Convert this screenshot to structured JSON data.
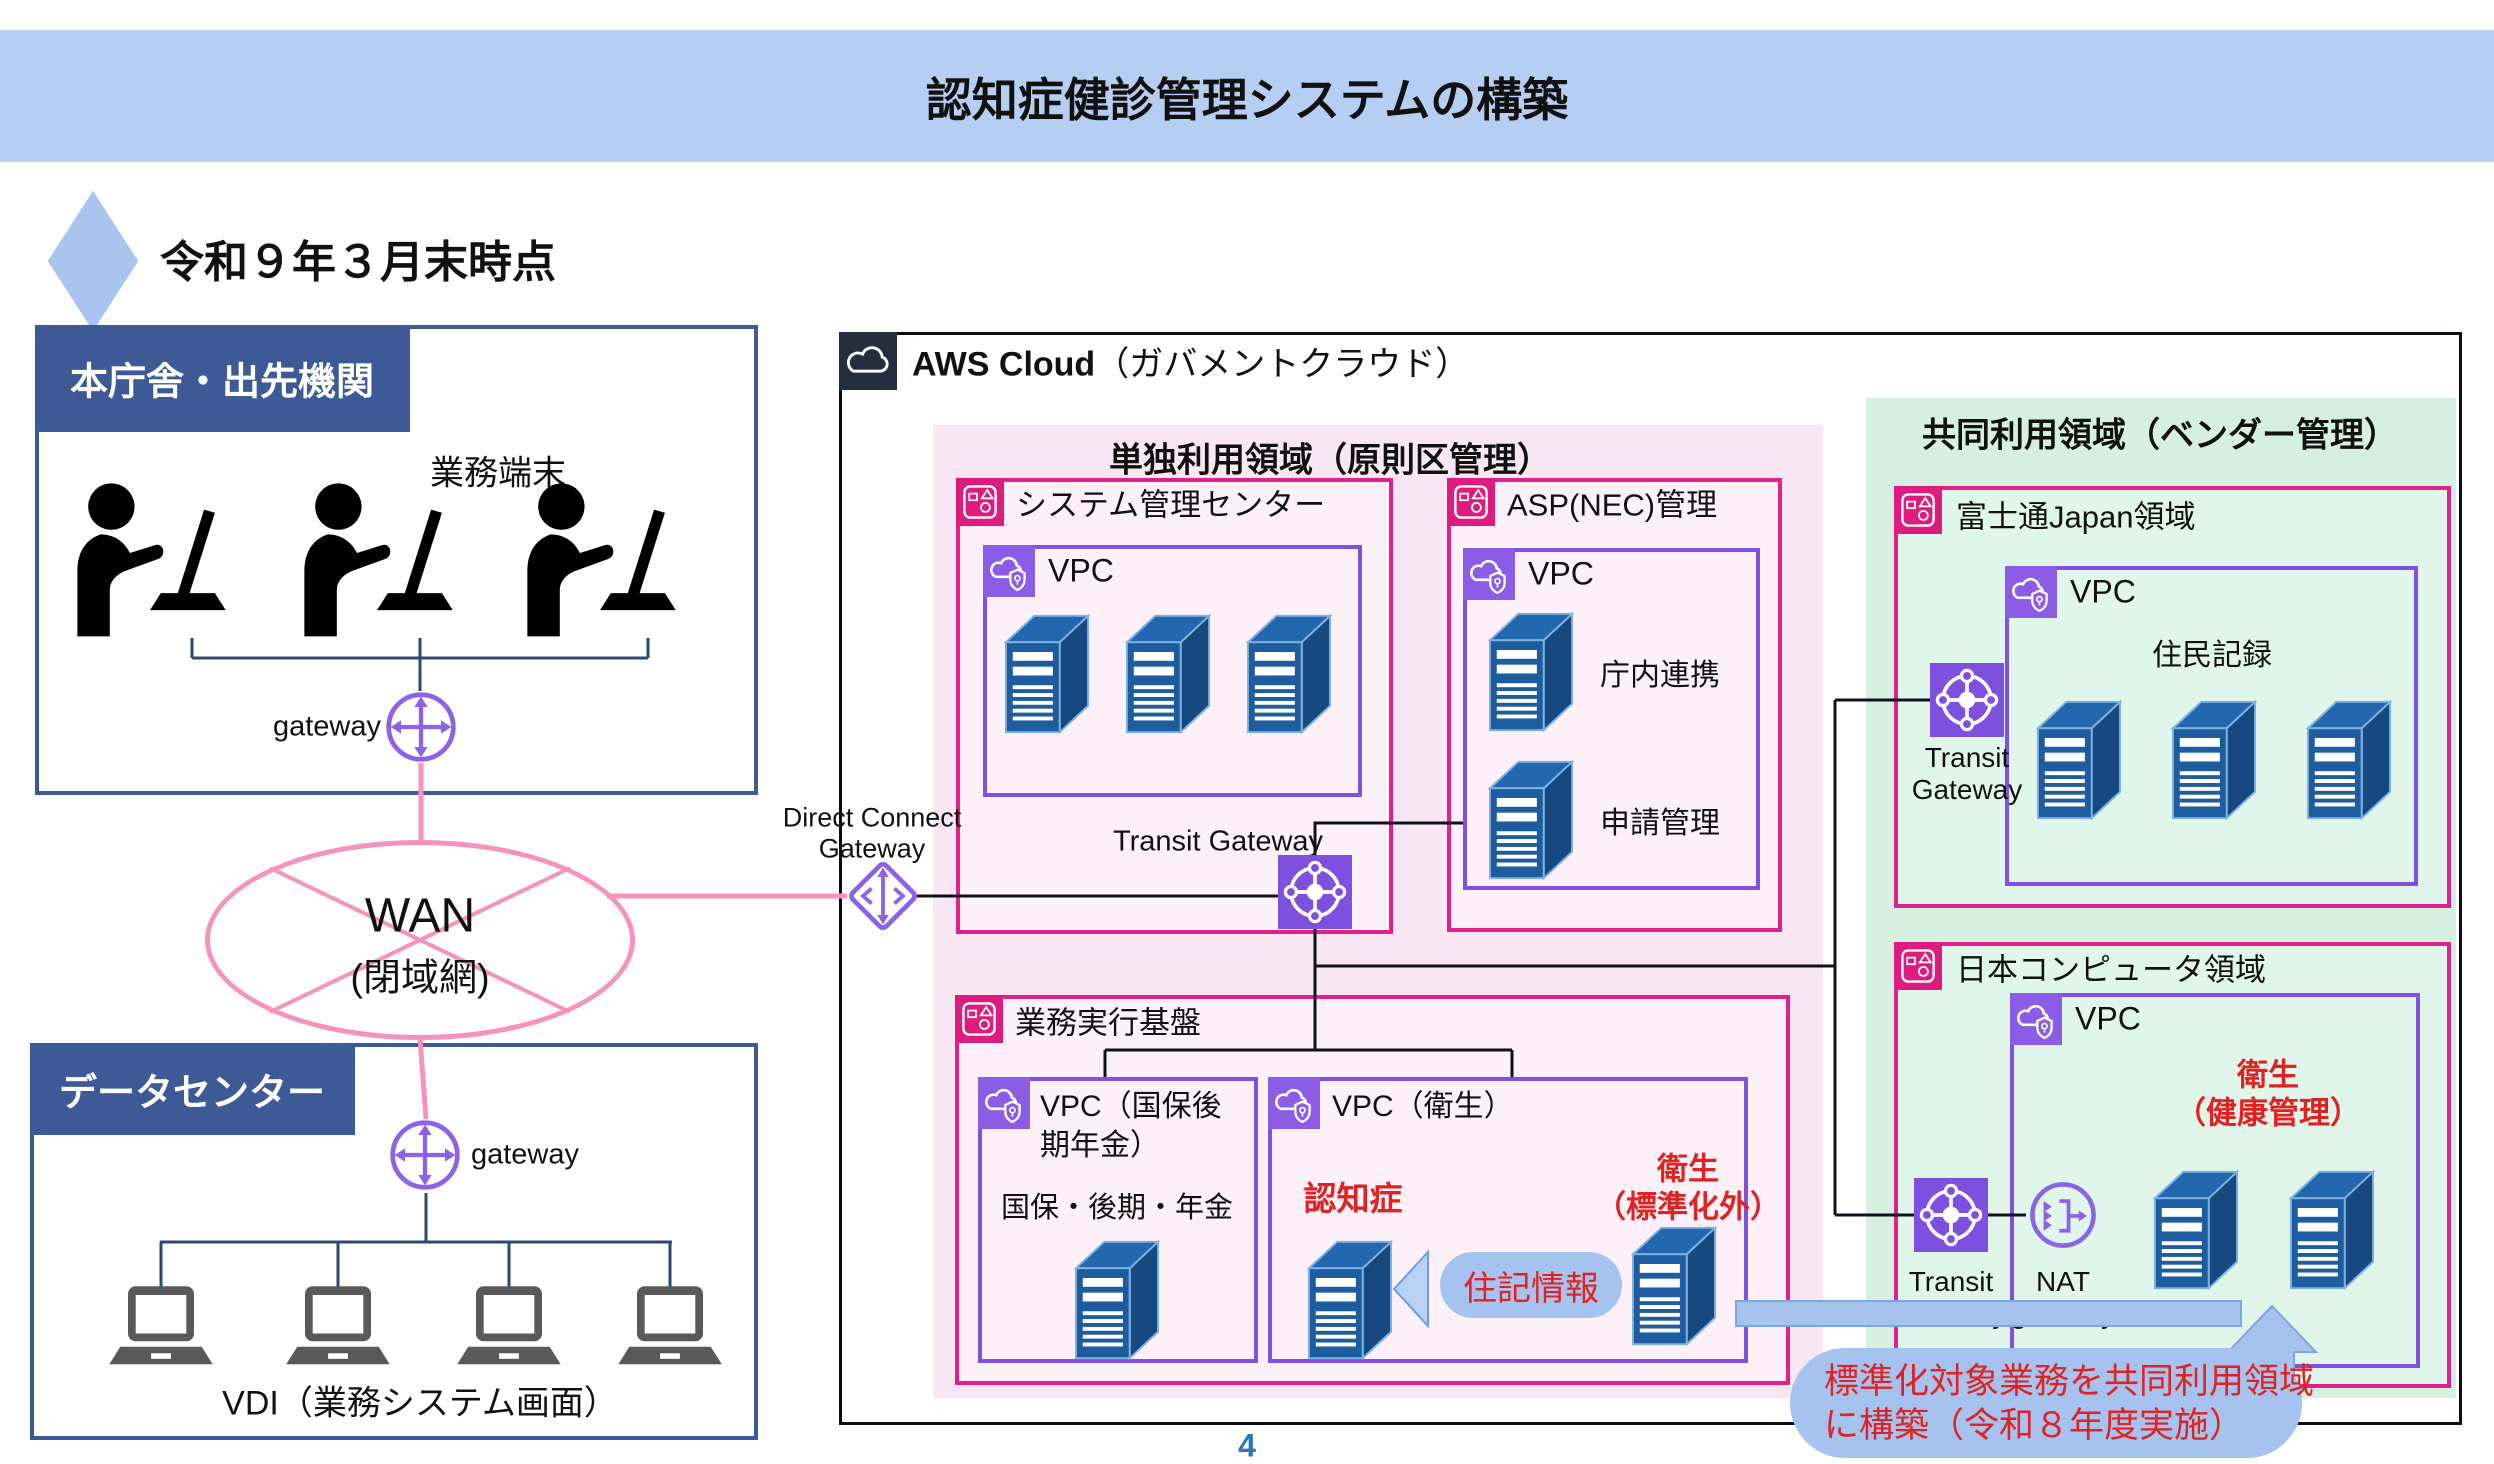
{
  "title": "認知症健診管理システムの構築",
  "subtitle": "令和９年３月末時点",
  "page_number": "4",
  "office": {
    "header": "本庁舎・出先機関",
    "terminals_label": "業務端末",
    "gateway_label": "gateway"
  },
  "wan": {
    "name": "WAN",
    "sub": "(閉域網)"
  },
  "datacenter": {
    "header": "データセンター",
    "gateway_label": "gateway",
    "vdi_label": "VDI（業務システム画面）"
  },
  "aws": {
    "header_en": "AWS Cloud",
    "header_ja": "（ガバメントクラウド）",
    "direct_connect": {
      "line1": "Direct Connect",
      "line2": "Gateway"
    },
    "solo_region": {
      "header": "単独利用領域（原則区管理）",
      "transit_gateway_label": "Transit Gateway",
      "sysmgmt": {
        "title": "システム管理センター",
        "vpc_label": "VPC"
      },
      "asp": {
        "title": "ASP(NEC)管理",
        "vpc_label": "VPC",
        "server1": "庁内連携",
        "server2": "申請管理"
      },
      "exec": {
        "title": "業務実行基盤",
        "vpc1": {
          "label_line1": "VPC（国保後",
          "label_line2": "期年金）",
          "caption": "国保・後期・年金"
        },
        "vpc2": {
          "label": "VPC（衛生）",
          "dementia": "認知症",
          "pill": "住記情報",
          "eisei_line1": "衛生",
          "eisei_line2": "（標準化外）"
        }
      }
    },
    "shared_region": {
      "header": "共同利用領域（ベンダー管理）",
      "fujitsu": {
        "title": "富士通Japan領域",
        "vpc_label": "VPC",
        "caption": "住民記録",
        "tgw_line1": "Transit",
        "tgw_line2": "Gateway"
      },
      "jc": {
        "title": "日本コンピュータ領域",
        "vpc_label": "VPC",
        "eisei_line1": "衛生",
        "eisei_line2": "（健康管理）",
        "tgw_line1": "Transit",
        "tgw_line2": "Gateway",
        "nat_line1": "NAT",
        "nat_line2": "gateway"
      }
    },
    "bubble": {
      "line1": "標準化対象業務を共同利用領域",
      "line2": "に構築（令和８年度実施）"
    }
  },
  "colors": {
    "title_band": "#b6cef1",
    "header_blue": "#3d5a97",
    "accent_magenta": "#e0218a",
    "accent_purple": "#8050e0",
    "server_blue": "#1d5c9e",
    "region_pink": "#f8e7f3",
    "region_green": "#d5f0e0",
    "highlight_red": "#e22222",
    "callout_blue": "#a5c3ee",
    "wan_pink": "#f693bd",
    "page_number_blue": "#2e74b5"
  }
}
